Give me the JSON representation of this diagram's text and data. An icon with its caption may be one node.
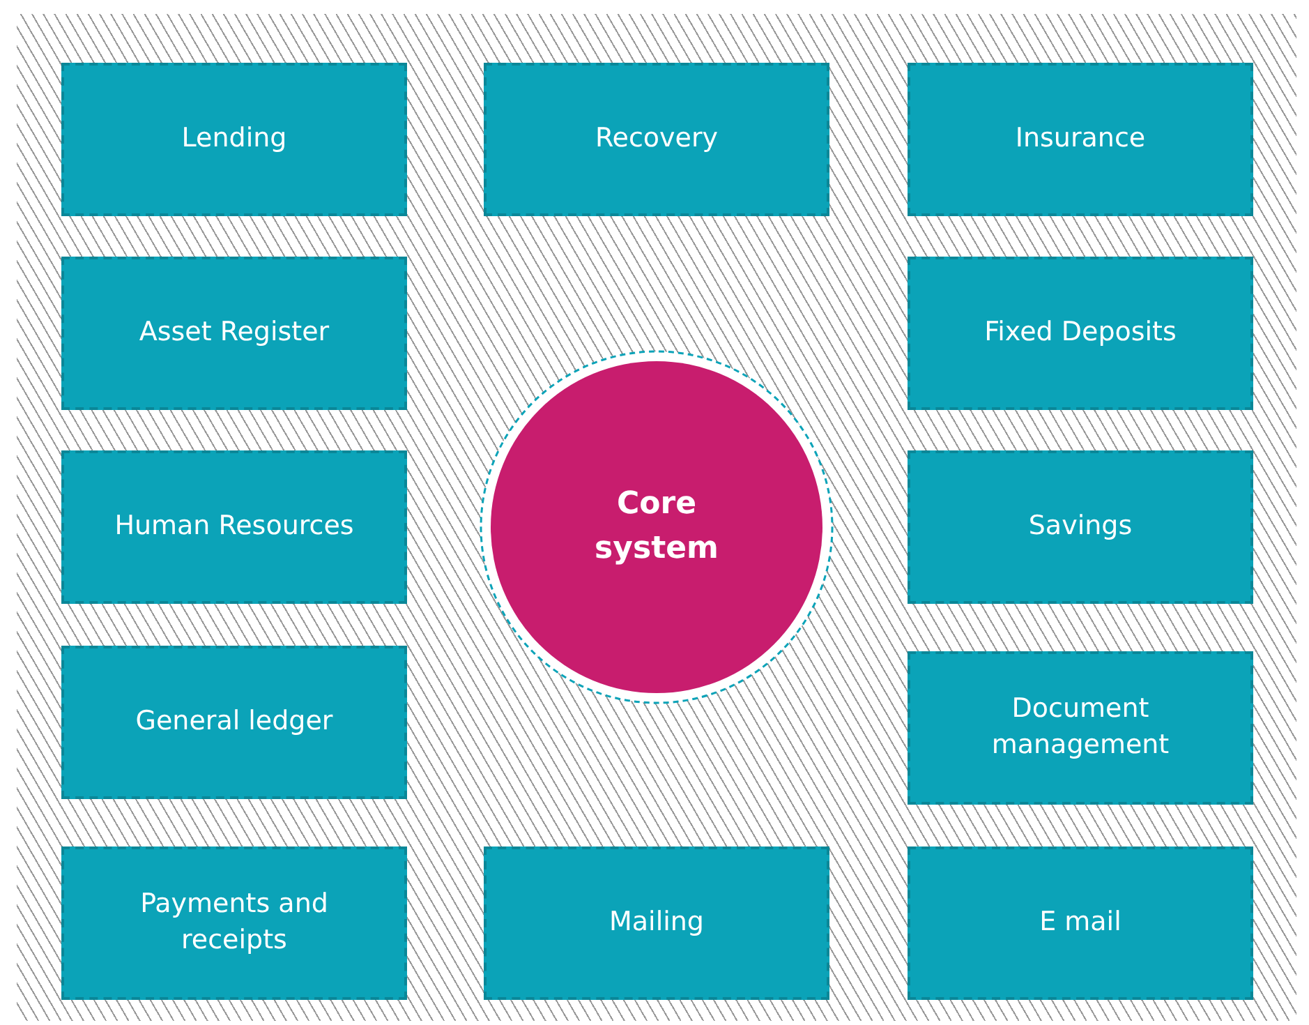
{
  "diagram": {
    "nodes": [
      {
        "text": [
          "Lending"
        ]
      },
      {
        "text": [
          "Recovery"
        ]
      },
      {
        "text": [
          "Insurance"
        ]
      },
      {
        "text": [
          "Asset Register"
        ]
      },
      {
        "text": [
          "Fixed Deposits"
        ]
      },
      {
        "text": [
          "Human Resources"
        ]
      },
      {
        "text": [
          "Core system"
        ]
      },
      {
        "text": [
          "Savings"
        ]
      },
      {
        "text": [
          "General ledger"
        ]
      },
      {
        "text": [
          "Document management"
        ]
      },
      {
        "text": [
          "Payments and receipts"
        ]
      },
      {
        "text": [
          "Mailing"
        ]
      },
      {
        "text": [
          "E mail"
        ]
      }
    ]
  }
}
